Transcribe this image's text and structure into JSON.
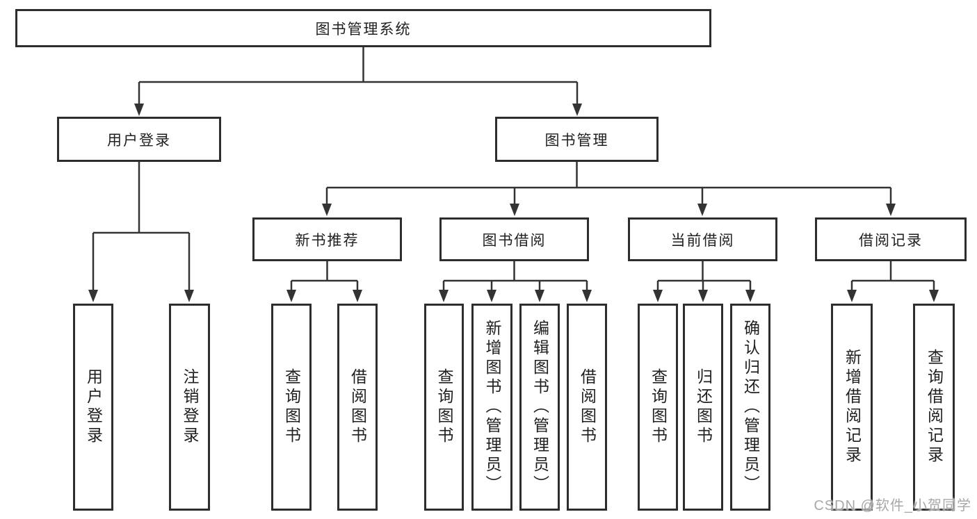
{
  "diagram_title": "图书管理系统",
  "watermark": "CSDN @软件_小贺同学",
  "colors": {
    "line": "#333333",
    "box_border": "#2d2d2d",
    "text": "#1f1f1f",
    "background": "#ffffff",
    "watermark": "#a8a8a8"
  },
  "nodes": {
    "root": {
      "label": "图书管理系统"
    },
    "level1": [
      {
        "label": "用户登录",
        "parent": "图书管理系统"
      },
      {
        "label": "图书管理",
        "parent": "图书管理系统"
      }
    ],
    "level2": [
      {
        "label": "新书推荐",
        "parent": "图书管理"
      },
      {
        "label": "图书借阅",
        "parent": "图书管理"
      },
      {
        "label": "当前借阅",
        "parent": "图书管理"
      },
      {
        "label": "借阅记录",
        "parent": "图书管理"
      }
    ],
    "leaves": [
      {
        "label": "用户登录",
        "parent": "用户登录"
      },
      {
        "label": "注销登录",
        "parent": "用户登录"
      },
      {
        "label": "查询图书",
        "parent": "新书推荐"
      },
      {
        "label": "借阅图书",
        "parent": "新书推荐"
      },
      {
        "label": "查询图书",
        "parent": "图书借阅"
      },
      {
        "label": "新增图书（管理员）",
        "parent": "图书借阅"
      },
      {
        "label": "编辑图书（管理员）",
        "parent": "图书借阅"
      },
      {
        "label": "借阅图书",
        "parent": "图书借阅"
      },
      {
        "label": "查询图书",
        "parent": "当前借阅"
      },
      {
        "label": "归还图书",
        "parent": "当前借阅"
      },
      {
        "label": "确认归还（管理员）",
        "parent": "当前借阅"
      },
      {
        "label": "新增借阅记录",
        "parent": "借阅记录"
      },
      {
        "label": "查询借阅记录",
        "parent": "借阅记录"
      }
    ]
  }
}
